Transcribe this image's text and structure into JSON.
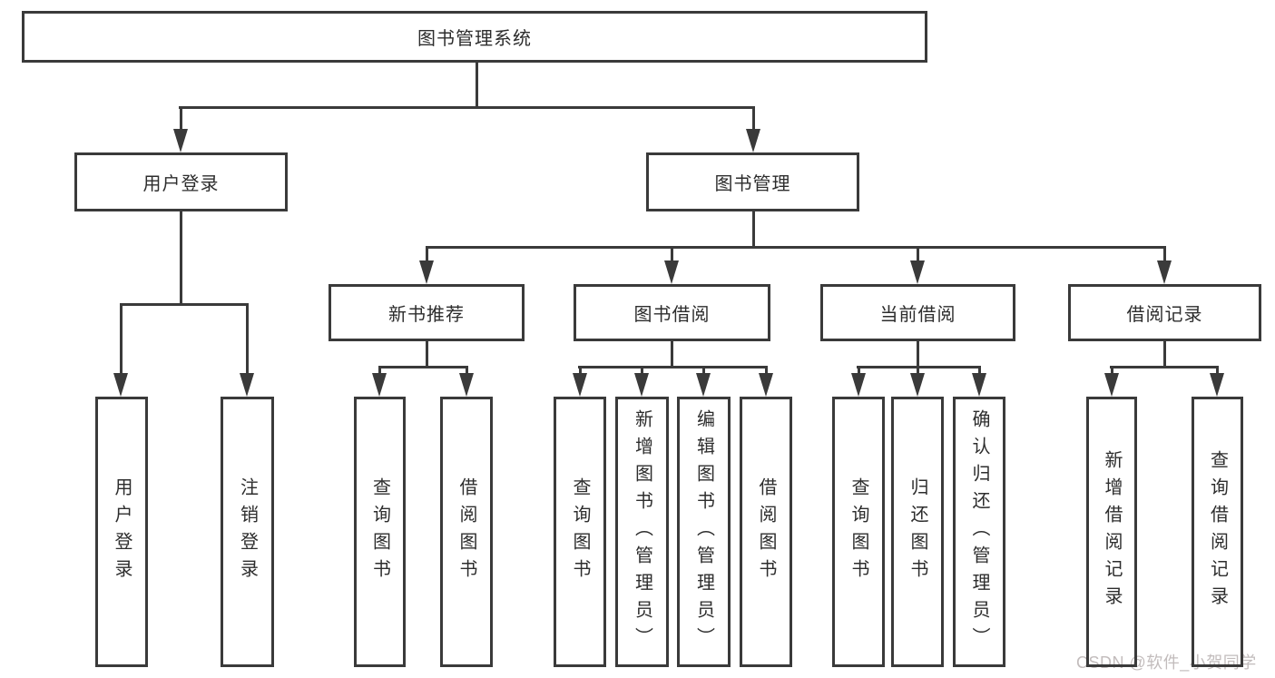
{
  "colors": {
    "line": "#3a3a3a",
    "text": "#2d2d2d",
    "watermark": "#c2bcbc",
    "background": "#ffffff"
  },
  "watermark": {
    "text": "CSDN @软件_小贺同学"
  },
  "tree": {
    "root": {
      "label": "图书管理系统"
    },
    "level2": {
      "user_login": {
        "label": "用户登录"
      },
      "book_management": {
        "label": "图书管理"
      }
    },
    "level3": {
      "new_book_recommend": {
        "label": "新书推荐"
      },
      "book_borrow": {
        "label": "图书借阅"
      },
      "current_borrow": {
        "label": "当前借阅"
      },
      "borrow_records": {
        "label": "借阅记录"
      }
    },
    "leaves": {
      "user_login": [
        "用户登录",
        "注销登录"
      ],
      "new_book_recommend": [
        "查询图书",
        "借阅图书"
      ],
      "book_borrow": [
        "查询图书",
        "新增图书（管理员）",
        "编辑图书（管理员）",
        "借阅图书"
      ],
      "current_borrow": [
        "查询图书",
        "归还图书",
        "确认归还（管理员）"
      ],
      "borrow_records": [
        "新增借阅记录",
        "查询借阅记录"
      ]
    }
  }
}
